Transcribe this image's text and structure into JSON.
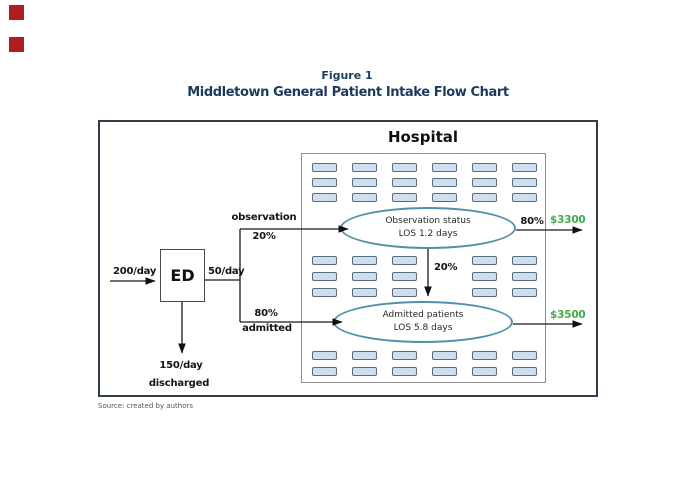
{
  "markers": {
    "color": "#b01d20"
  },
  "figure": {
    "label": "Figure 1",
    "title": "Middletown General Patient Intake Flow Chart",
    "title_color": "#1c3a5e",
    "source": "Source: created by authors"
  },
  "hospital": {
    "label": "Hospital",
    "node_stroke": "#548fa9",
    "beds": {
      "fill": "#cfdff0",
      "border": "#5a6b7c",
      "columns": 6,
      "top_band_rows": 3,
      "middle_band_rows": 3,
      "middle_band_gap_column": 4,
      "bottom_band_rows": 2
    },
    "observation_node": {
      "line1": "Observation status",
      "line2": "LOS 1.2 days"
    },
    "admitted_node": {
      "line1": "Admitted patients",
      "line2": "LOS 5.8 days"
    },
    "transfer_pct": "20%"
  },
  "ed": {
    "label": "ED",
    "inflow": "200/day",
    "outflow": "50/day",
    "discharge_rate": "150/day",
    "discharge_label": "discharged"
  },
  "branches": {
    "observation_label": "observation",
    "observation_pct": "20%",
    "admitted_pct": "80%",
    "admitted_label": "admitted"
  },
  "outcomes": {
    "observation_pct": "80%",
    "observation_value": "$3300",
    "admitted_value": "$3500",
    "value_color": "#3fae49"
  }
}
